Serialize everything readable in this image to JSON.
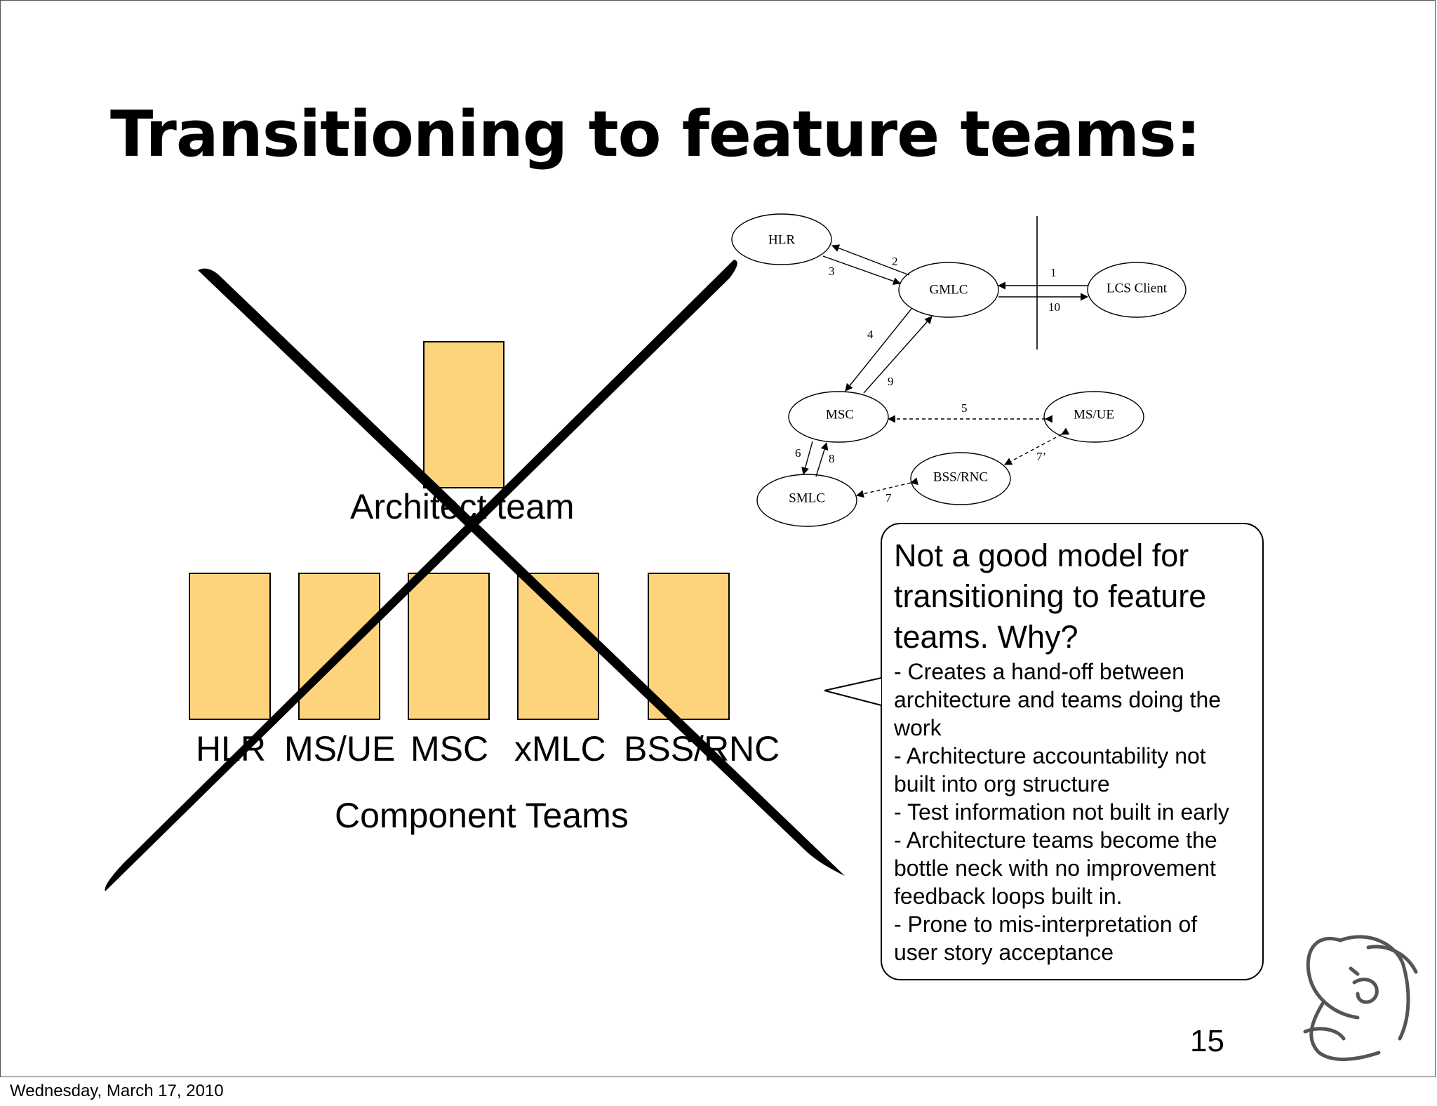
{
  "slide": {
    "title": "Transitioning to feature teams:",
    "architect_label": "Architect team",
    "component_labels": [
      "HLR",
      "MS/UE",
      "MSC",
      "xMLC",
      "BSS/RNC"
    ],
    "component_teams_label": "Component Teams",
    "page_number": "15",
    "footer_date": "Wednesday, March 17, 2010",
    "colors": {
      "team_box": "#fdd47b",
      "cross": "#000000"
    }
  },
  "network_diagram": {
    "nodes": {
      "hlr": "HLR",
      "gmlc": "GMLC",
      "lcs": "LCS Client",
      "msc": "MSC",
      "msue": "MS/UE",
      "bss": "BSS/RNC",
      "smlc": "SMLC"
    },
    "edges": {
      "e1": "1",
      "e2": "2",
      "e3": "3",
      "e4": "4",
      "e5": "5",
      "e6": "6",
      "e7": "7",
      "e7p": "7’",
      "e8": "8",
      "e9": "9",
      "e10": "10"
    }
  },
  "callout": {
    "heading": [
      "Not a good model for",
      "transitioning to feature",
      "teams. Why?"
    ],
    "lines": [
      "-  Creates a hand-off between",
      "architecture and teams doing the",
      "work",
      "-  Architecture accountability not",
      "built into org structure",
      "- Test information not built in early",
      "- Architecture teams become the",
      "bottle neck with no improvement",
      "feedback loops built in.",
      "- Prone to mis-interpretation of",
      "user story acceptance"
    ]
  },
  "logo": {
    "icon": "elephant-logo-icon"
  }
}
